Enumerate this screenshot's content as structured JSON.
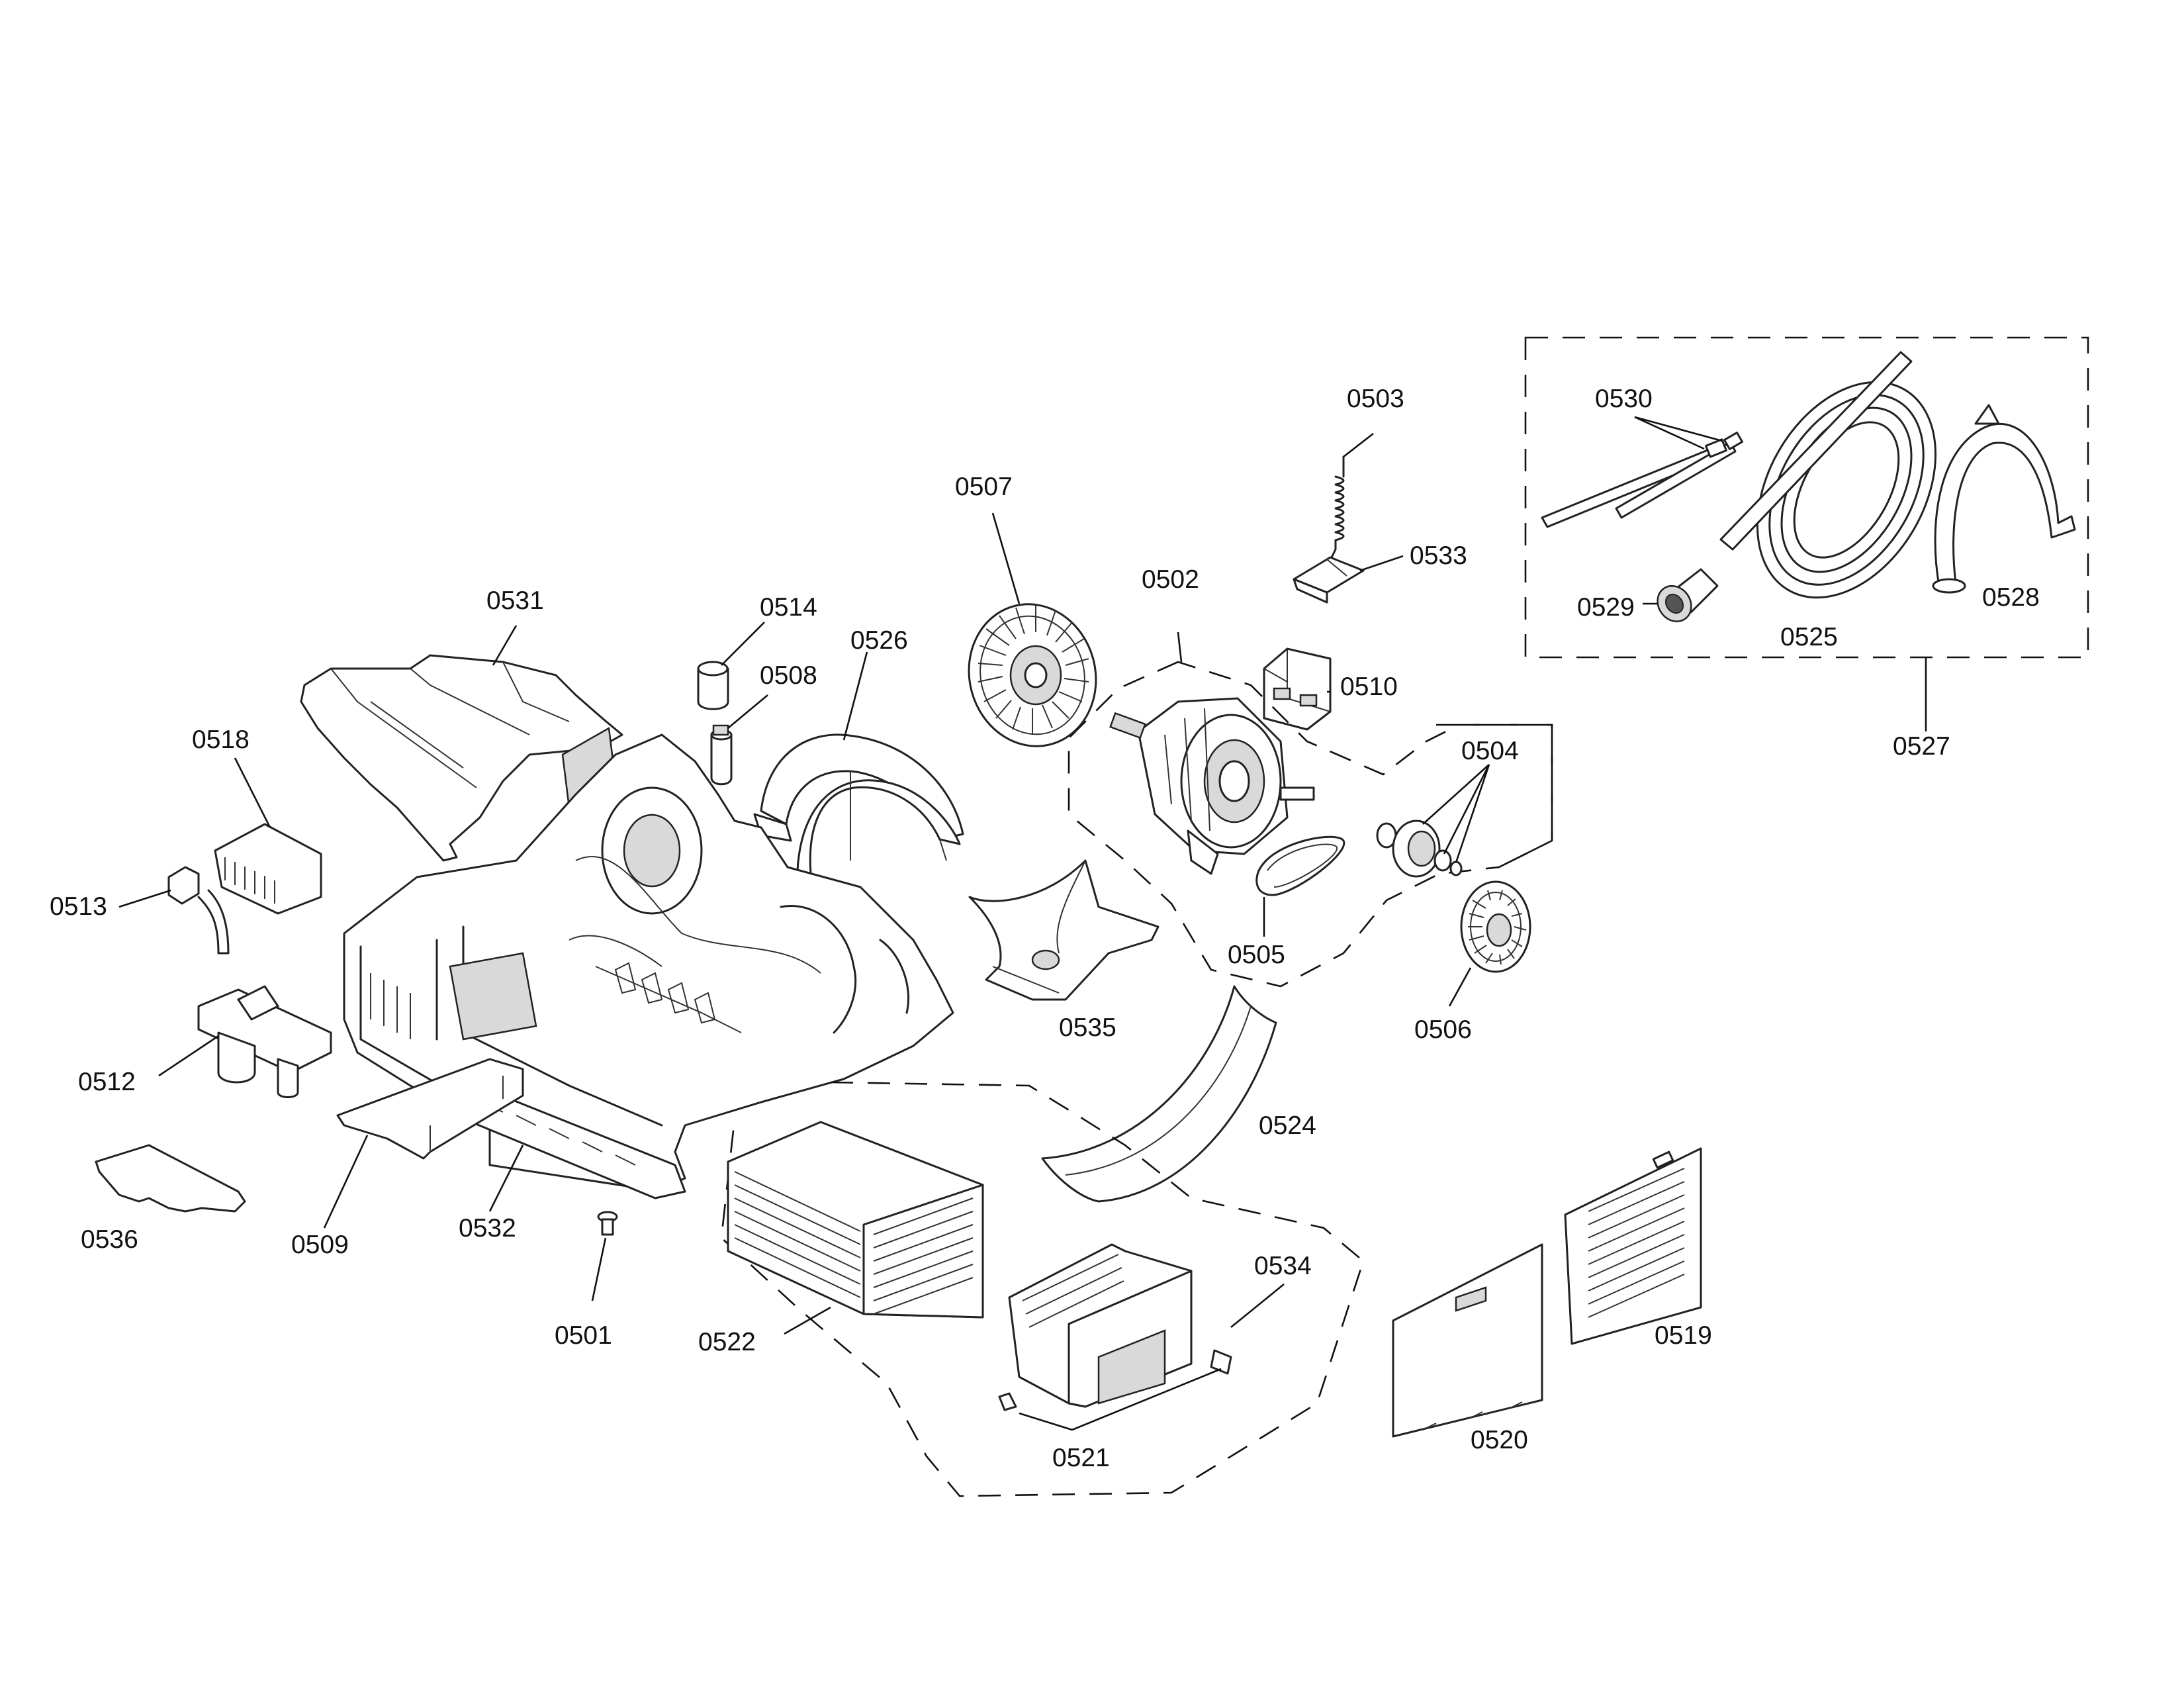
{
  "labels": {
    "p0501": "0501",
    "p0502": "0502",
    "p0503": "0503",
    "p0504": "0504",
    "p0505": "0505",
    "p0506": "0506",
    "p0507": "0507",
    "p0508": "0508",
    "p0509": "0509",
    "p0510": "0510",
    "p0512": "0512",
    "p0513": "0513",
    "p0514": "0514",
    "p0518": "0518",
    "p0519": "0519",
    "p0520": "0520",
    "p0521": "0521",
    "p0522": "0522",
    "p0524": "0524",
    "p0525": "0525",
    "p0526": "0526",
    "p0527": "0527",
    "p0528": "0528",
    "p0529": "0529",
    "p0530": "0530",
    "p0531": "0531",
    "p0532": "0532",
    "p0533": "0533",
    "p0534": "0534",
    "p0535": "0535",
    "p0536": "0536"
  }
}
